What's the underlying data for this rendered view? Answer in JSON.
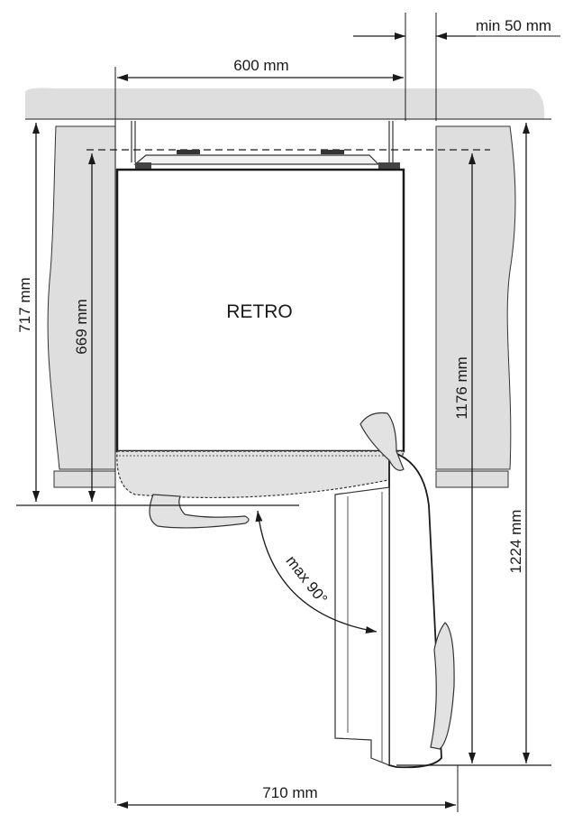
{
  "diagram": {
    "appliance_label": "RETRO",
    "dimensions": {
      "top_width": "600 mm",
      "side_clearance": "min 50 mm",
      "depth_body": "717 mm",
      "depth_cabinet": "669 mm",
      "depth_total_inner": "1176 mm",
      "depth_total_outer": "1224 mm",
      "door_open_width": "710 mm",
      "door_angle": "max 90°"
    },
    "colors": {
      "cabinet_fill": "#dedede",
      "line": "#1a1a1a",
      "background": "#ffffff"
    }
  }
}
